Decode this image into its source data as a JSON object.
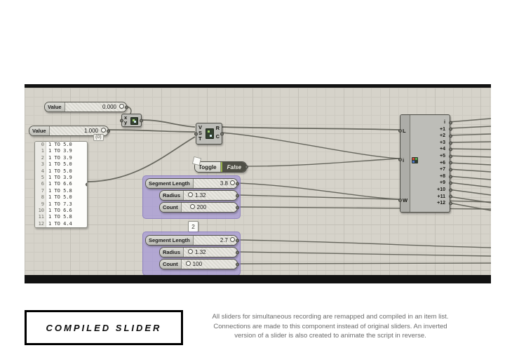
{
  "colors": {
    "canvas_bg": "#d6d3ca",
    "grid_line": "#c3c0b7",
    "group_fill": "#a396d5",
    "frame_black": "#121212",
    "toggle_false_bg": "#4f4f46"
  },
  "canvas": {
    "value_sliders": [
      {
        "label": "Value",
        "value": "0.000"
      },
      {
        "label": "Value",
        "value": "1.000"
      }
    ],
    "expression": {
      "x": "x",
      "y": "y"
    },
    "panel": {
      "header": "{0}",
      "rows": [
        {
          "i": "0",
          "v": "1 TO 5.0"
        },
        {
          "i": "1",
          "v": "1 TO 3.9"
        },
        {
          "i": "2",
          "v": "1 TO 3.9"
        },
        {
          "i": "3",
          "v": "1 TO 5.0"
        },
        {
          "i": "4",
          "v": "1 TO 5.0"
        },
        {
          "i": "5",
          "v": "1 TO 3.9"
        },
        {
          "i": "6",
          "v": "1 TO 6.6"
        },
        {
          "i": "7",
          "v": "1 TO 5.8"
        },
        {
          "i": "8",
          "v": "1 TO 5.0"
        },
        {
          "i": "9",
          "v": "1 TO 7.3"
        },
        {
          "i": "10",
          "v": "1 TO 6.6"
        },
        {
          "i": "11",
          "v": "1 TO 5.8"
        },
        {
          "i": "12",
          "v": "1 TO 4.4"
        }
      ]
    },
    "remap": {
      "inputs": [
        "V",
        "S",
        "T"
      ],
      "outputs": [
        "R",
        "C"
      ]
    },
    "toggle": {
      "label": "Toggle",
      "value": "False"
    },
    "group2_label": "2",
    "groups": [
      {
        "sliders": [
          {
            "label": "Segment Length",
            "value": "3.8"
          },
          {
            "label": "Radius",
            "value": "1.32"
          },
          {
            "label": "Count",
            "value": "200"
          }
        ]
      },
      {
        "sliders": [
          {
            "label": "Segment Length",
            "value": "2.7"
          },
          {
            "label": "Radius",
            "value": "1.32"
          },
          {
            "label": "Count",
            "value": "100"
          }
        ]
      }
    ],
    "list_component": {
      "inputs": [
        "L",
        "i",
        "W"
      ],
      "outputs": [
        "i",
        "+1",
        "+2",
        "+3",
        "+4",
        "+5",
        "+6",
        "+7",
        "+8",
        "+9",
        "+10",
        "+11",
        "+12"
      ]
    }
  },
  "caption": {
    "title": "COMPILED SLIDER",
    "lines": [
      "All sliders for simultaneous recording are remapped and compiled in an item list.",
      "Connections are made to this component instead of original sliders. An inverted",
      "version of a slider is also created to animate the script in reverse."
    ]
  }
}
